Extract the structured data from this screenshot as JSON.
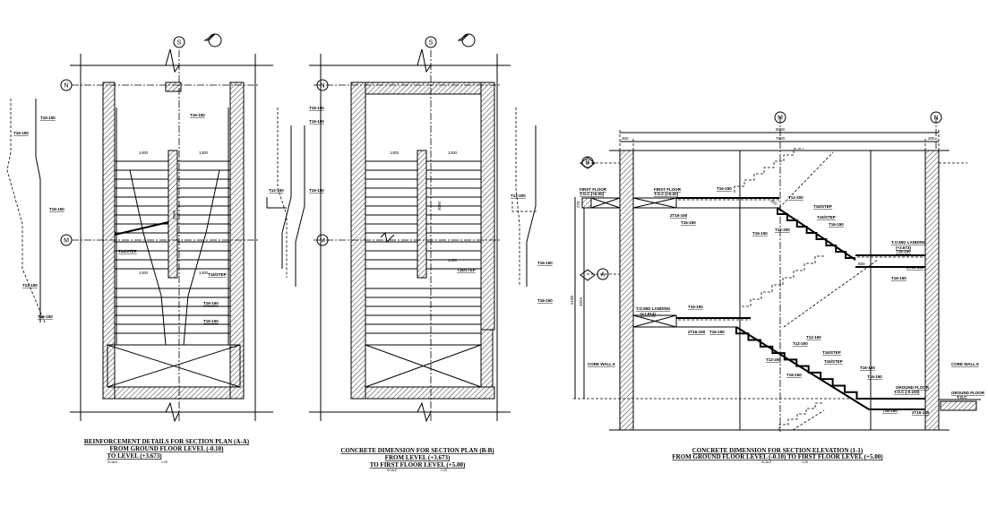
{
  "grid_labels": {
    "s": "S",
    "n": "N",
    "m": "M",
    "a": "A",
    "b": "B"
  },
  "plan_a": {
    "title_lines": [
      "REINFORCEMENT DETAILS FOR SECTION PLAN (A-A)",
      "FROM GROUND FLOOR LEVEL (-0.10)",
      "TO LEVEL (+3.673)"
    ],
    "scale_label": "SCALE",
    "scale_value": "1:25",
    "labels": [
      "T16-150",
      "T16-150",
      "T16-150",
      "T12-150",
      "T16-150",
      "T16-150",
      "T16/STEP",
      "T16/STEP",
      "T16-150",
      "T16-150"
    ],
    "dims": [
      "1400",
      "1400",
      "1400",
      "1400",
      "3060"
    ]
  },
  "plan_b": {
    "title_lines": [
      "CONCRETE DIMENSION FOR SECTION PLAN (B-B)",
      "FROM LEVEL (+3.673)",
      "TO FIRST FLOOR LEVEL (+5.00)"
    ],
    "scale_label": "SCALE",
    "scale_value": "1:25",
    "labels": [
      "T16-150",
      "T16-150",
      "T12-150",
      "T16-150",
      "T12-200",
      "T16-150",
      "T16/STEP",
      "T16-150"
    ],
    "dims": [
      "1400",
      "1400",
      "1400",
      "3060"
    ]
  },
  "elevation": {
    "title_lines": [
      "CONCRETE DIMENSION FOR SECTION ELEVATION (1-1)",
      "FROM GROUND FLOOR LEVEL (-0.10) TO FIRST FLOOR LEVEL (+5.00)"
    ],
    "scale_label": "SCALE",
    "scale_value": "1:25",
    "dims": {
      "overall": "8000",
      "wall_left": "300",
      "inner": "7800",
      "wall_right": "300",
      "height": "5100",
      "lower_height": "4923",
      "slab": "275",
      "landing": "850",
      "stair": "850"
    },
    "labels": {
      "first_floor_left": "FIRST FLOOR",
      "first_floor_left_level": "T.O.C.(+5.00)",
      "first_floor": "FIRST FLOOR",
      "first_floor_level": "T.O.C.(+5.00)",
      "upper_landing": "T.O.MID LANDING",
      "upper_landing_level": "(+3.673)",
      "lower_landing": "T.O.MID LANDING",
      "lower_landing_level": "(+1.814)",
      "ground_floor": "GROUND FLOOR",
      "ground_floor_level": "T.O.C.(-0.100)",
      "ground_floor_right": "GROUND FLOOR",
      "ground_floor_right_level": "T.O.C",
      "core_wall_left": "CORE WALL 6",
      "core_wall_right": "CORE WALL 6"
    },
    "rebar": [
      "T16-150",
      "2T16-150",
      "T16-150",
      "T12-200",
      "T16/STEP",
      "T16/STEP",
      "T16-150",
      "T12-200",
      "T16-150",
      "T16-150",
      "2T16-150",
      "T16-150",
      "T16-150",
      "2T16-150",
      "T16-150",
      "T12-200",
      "T12-150",
      "T16/STEP",
      "T16/STEP",
      "T12-200",
      "T16-150",
      "T16-150",
      "T16-150",
      "T16-150",
      "2T16-150"
    ]
  }
}
